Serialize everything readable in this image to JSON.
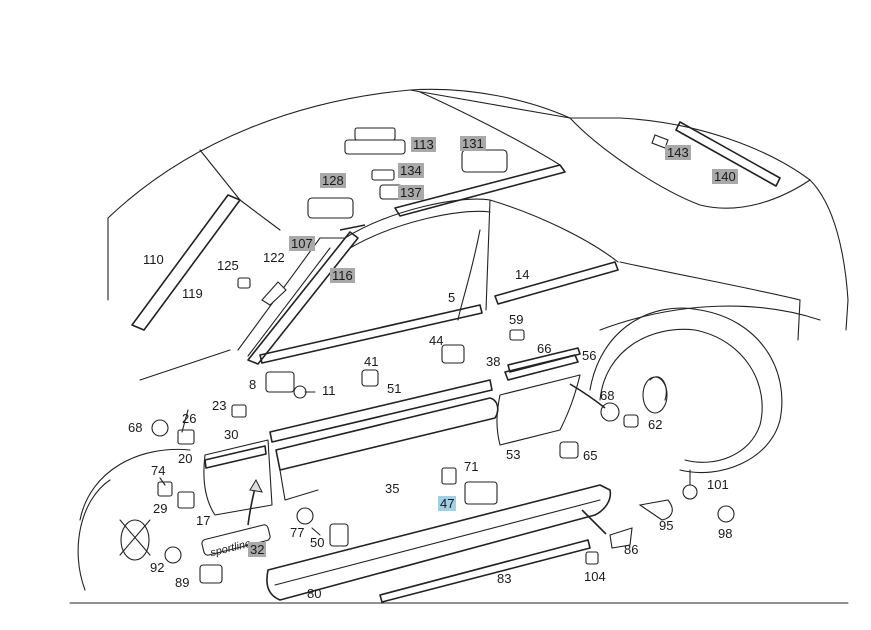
{
  "diagram": {
    "badge_text": "sportline",
    "part_labels": [
      {
        "id": "113",
        "highlight": "gray"
      },
      {
        "id": "131",
        "highlight": "gray"
      },
      {
        "id": "143",
        "highlight": "gray"
      },
      {
        "id": "140",
        "highlight": "gray"
      },
      {
        "id": "128",
        "highlight": "gray"
      },
      {
        "id": "134",
        "highlight": "gray"
      },
      {
        "id": "137",
        "highlight": "gray"
      },
      {
        "id": "107",
        "highlight": "gray"
      },
      {
        "id": "116",
        "highlight": "gray"
      },
      {
        "id": "110",
        "highlight": "none"
      },
      {
        "id": "119",
        "highlight": "none"
      },
      {
        "id": "125",
        "highlight": "none"
      },
      {
        "id": "122",
        "highlight": "none"
      },
      {
        "id": "14",
        "highlight": "none"
      },
      {
        "id": "5",
        "highlight": "none"
      },
      {
        "id": "59",
        "highlight": "none"
      },
      {
        "id": "44",
        "highlight": "none"
      },
      {
        "id": "41",
        "highlight": "none"
      },
      {
        "id": "66",
        "highlight": "none"
      },
      {
        "id": "56",
        "highlight": "none"
      },
      {
        "id": "38",
        "highlight": "none"
      },
      {
        "id": "8",
        "highlight": "none"
      },
      {
        "id": "11",
        "highlight": "none"
      },
      {
        "id": "51",
        "highlight": "none"
      },
      {
        "id": "68",
        "highlight": "none"
      },
      {
        "id": "23",
        "highlight": "none"
      },
      {
        "id": "26",
        "highlight": "none"
      },
      {
        "id": "68",
        "highlight": "none"
      },
      {
        "id": "62",
        "highlight": "none"
      },
      {
        "id": "30",
        "highlight": "none"
      },
      {
        "id": "20",
        "highlight": "none"
      },
      {
        "id": "53",
        "highlight": "none"
      },
      {
        "id": "65",
        "highlight": "none"
      },
      {
        "id": "71",
        "highlight": "none"
      },
      {
        "id": "74",
        "highlight": "none"
      },
      {
        "id": "35",
        "highlight": "none"
      },
      {
        "id": "47",
        "highlight": "blue"
      },
      {
        "id": "101",
        "highlight": "none"
      },
      {
        "id": "29",
        "highlight": "none"
      },
      {
        "id": "17",
        "highlight": "none"
      },
      {
        "id": "77",
        "highlight": "none"
      },
      {
        "id": "95",
        "highlight": "none"
      },
      {
        "id": "98",
        "highlight": "none"
      },
      {
        "id": "32",
        "highlight": "gray"
      },
      {
        "id": "50",
        "highlight": "none"
      },
      {
        "id": "86",
        "highlight": "none"
      },
      {
        "id": "92",
        "highlight": "none"
      },
      {
        "id": "89",
        "highlight": "none"
      },
      {
        "id": "104",
        "highlight": "none"
      },
      {
        "id": "83",
        "highlight": "none"
      },
      {
        "id": "80",
        "highlight": "none"
      }
    ]
  }
}
